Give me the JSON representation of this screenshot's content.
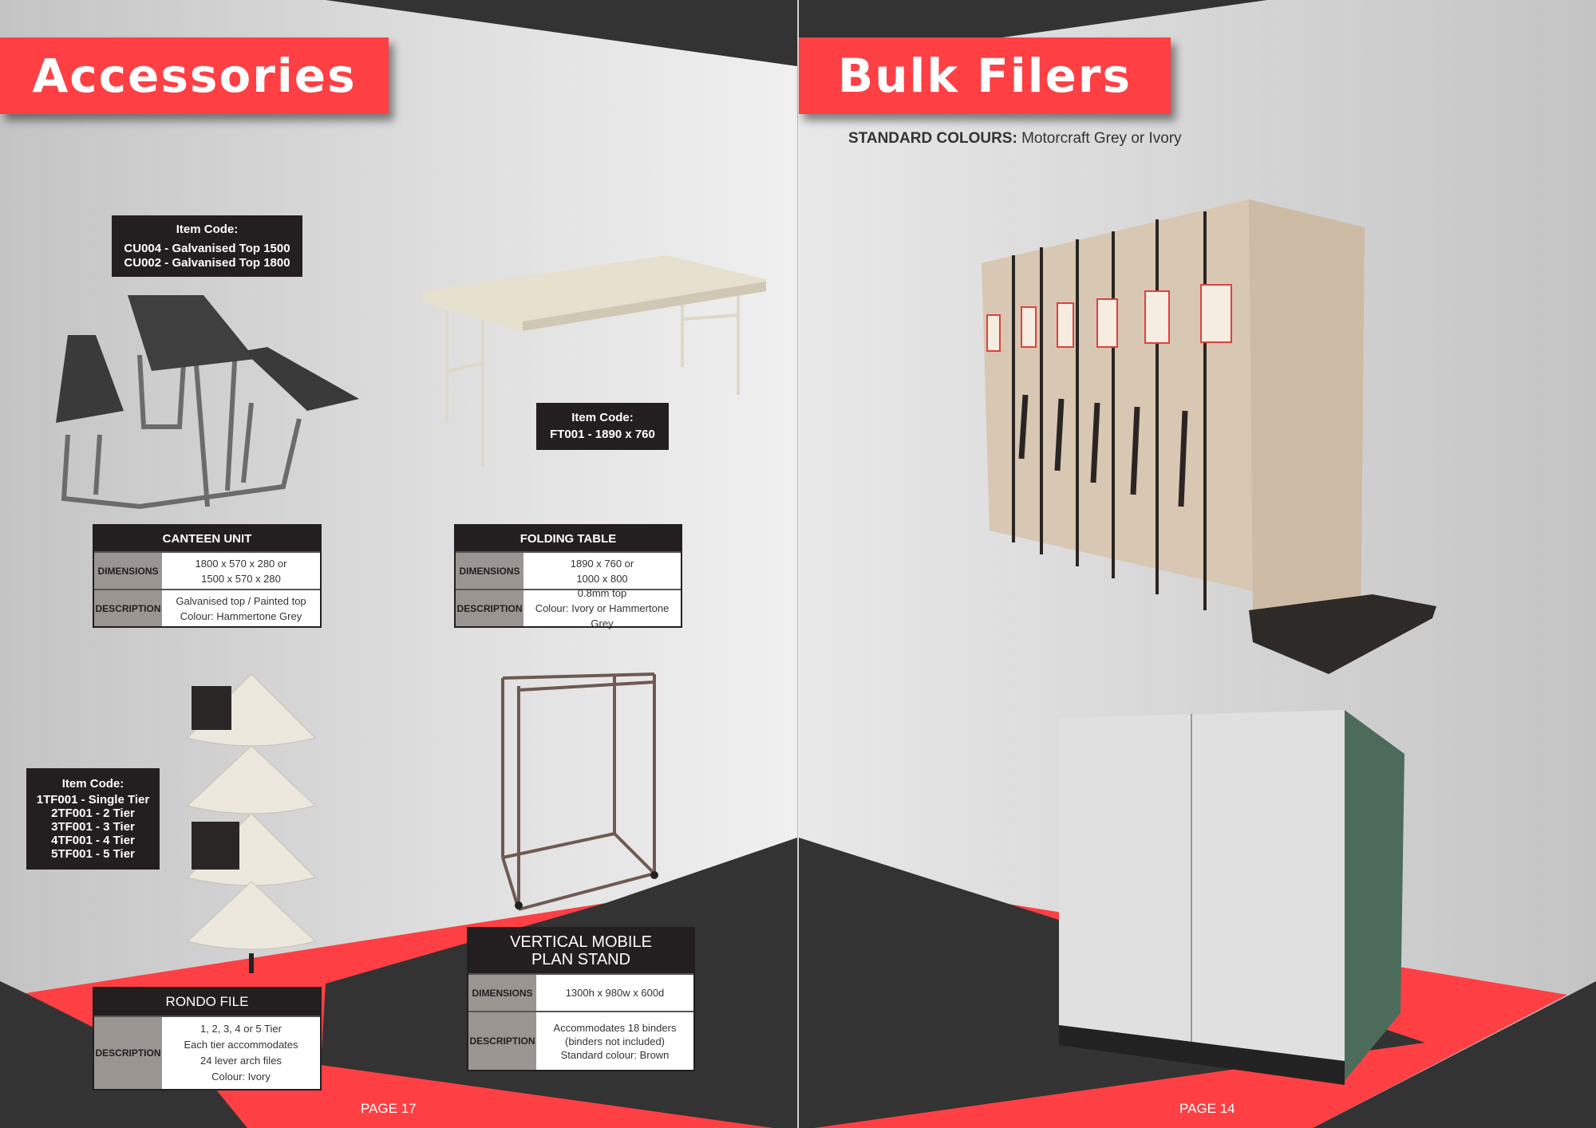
{
  "left_page": {
    "title": "Accessories",
    "page_number": "PAGE 17",
    "canteen": {
      "code_heading": "Item Code:",
      "codes": [
        "CU004 - Galvanised Top 1500",
        "CU002 - Galvanised Top 1800"
      ],
      "table_title": "CANTEEN UNIT",
      "dimensions_label": "DIMENSIONS",
      "dimensions": [
        "1800 x 570 x 280 or",
        "1500 x 570 x 280"
      ],
      "description_label": "DESCRIPTION",
      "description": [
        "Galvanised top / Painted top",
        "Colour: Hammertone Grey"
      ]
    },
    "folding_table": {
      "code_heading": "Item Code:",
      "codes": [
        "FT001 - 1890 x 760"
      ],
      "table_title": "FOLDING TABLE",
      "dimensions_label": "DIMENSIONS",
      "dimensions": [
        "1890 x 760 or",
        "1000 x 800"
      ],
      "description_label": "DESCRIPTION",
      "description": [
        "0.8mm top",
        "Colour: Ivory or Hammertone Grey"
      ]
    },
    "rondo": {
      "code_heading": "Item Code:",
      "codes": [
        "1TF001 - Single Tier",
        "2TF001 - 2 Tier",
        "3TF001 - 3 Tier",
        "4TF001 - 4 Tier",
        "5TF001 - 5 Tier"
      ],
      "table_title": "RONDO FILE",
      "description_label": "DESCRIPTION",
      "description": [
        "1, 2, 3, 4 or 5 Tier",
        "Each tier accommodates",
        "24 lever arch files",
        "Colour: Ivory"
      ]
    },
    "plan_stand": {
      "table_title": [
        "VERTICAL MOBILE",
        "PLAN STAND"
      ],
      "dimensions_label": "DIMENSIONS",
      "dimensions": [
        "1300h x 980w x 600d"
      ],
      "description_label": "DESCRIPTION",
      "description": [
        "Accommodates 18 binders",
        "(binders not included)",
        "Standard colour: Brown"
      ]
    }
  },
  "right_page": {
    "title": "Bulk Filers",
    "colours_label": "STANDARD COLOURS:",
    "colours_value": " Motorcraft Grey or Ivory",
    "page_number": "PAGE 14"
  },
  "colors": {
    "accent": "#fe4044",
    "dark": "#333333",
    "label_bg": "#9a9591"
  }
}
